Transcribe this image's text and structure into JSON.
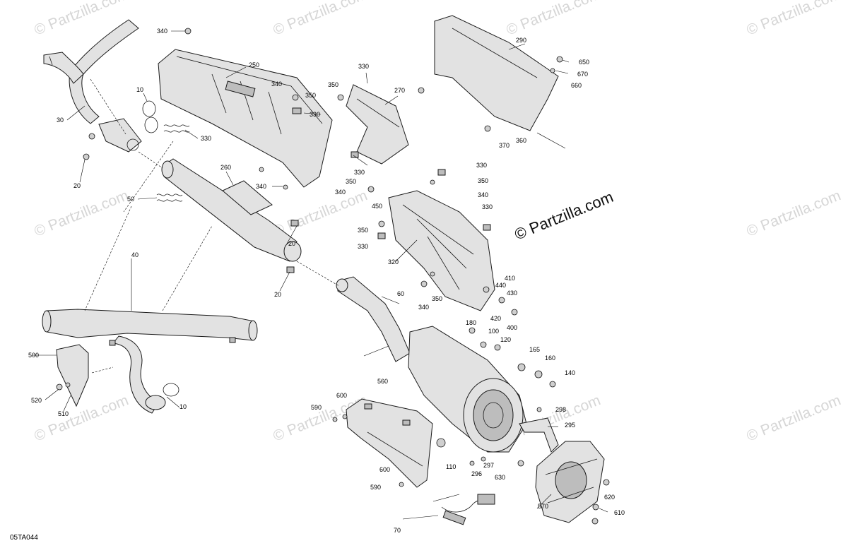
{
  "watermark": {
    "text": "© Partzilla.com",
    "copyright": "© Partzilla.com"
  },
  "diagram_code": "05TA044",
  "callouts": [
    {
      "id": "c340a",
      "text": "340"
    },
    {
      "id": "c30",
      "text": "30"
    },
    {
      "id": "c250",
      "text": "250"
    },
    {
      "id": "c10a",
      "text": "10"
    },
    {
      "id": "c330a",
      "text": "330"
    },
    {
      "id": "c20a",
      "text": "20"
    },
    {
      "id": "c50",
      "text": "50"
    },
    {
      "id": "c260",
      "text": "260"
    },
    {
      "id": "c340b",
      "text": "340"
    },
    {
      "id": "c20b",
      "text": "20"
    },
    {
      "id": "c20c",
      "text": "20"
    },
    {
      "id": "c40",
      "text": "40"
    },
    {
      "id": "c500",
      "text": "500"
    },
    {
      "id": "c520",
      "text": "520"
    },
    {
      "id": "c510",
      "text": "510"
    },
    {
      "id": "c10b",
      "text": "10"
    },
    {
      "id": "c330b",
      "text": "330"
    },
    {
      "id": "c340c",
      "text": "340"
    },
    {
      "id": "c350a",
      "text": "350"
    },
    {
      "id": "c350b",
      "text": "350"
    },
    {
      "id": "c270",
      "text": "270"
    },
    {
      "id": "c330c",
      "text": "330"
    },
    {
      "id": "c330d",
      "text": "330"
    },
    {
      "id": "c290",
      "text": "290"
    },
    {
      "id": "c650",
      "text": "650"
    },
    {
      "id": "c670",
      "text": "670"
    },
    {
      "id": "c660",
      "text": "660"
    },
    {
      "id": "c370",
      "text": "370"
    },
    {
      "id": "c360",
      "text": "360"
    },
    {
      "id": "c330e",
      "text": "330"
    },
    {
      "id": "c350c",
      "text": "350"
    },
    {
      "id": "c340d",
      "text": "340"
    },
    {
      "id": "c350d",
      "text": "350"
    },
    {
      "id": "c340e",
      "text": "340"
    },
    {
      "id": "c450",
      "text": "450"
    },
    {
      "id": "c350e",
      "text": "350"
    },
    {
      "id": "c330f",
      "text": "330"
    },
    {
      "id": "c330g",
      "text": "330"
    },
    {
      "id": "c320",
      "text": "320"
    },
    {
      "id": "c340f",
      "text": "340"
    },
    {
      "id": "c350f",
      "text": "350"
    },
    {
      "id": "c410",
      "text": "410"
    },
    {
      "id": "c440",
      "text": "440"
    },
    {
      "id": "c430",
      "text": "430"
    },
    {
      "id": "c420",
      "text": "420"
    },
    {
      "id": "c400",
      "text": "400"
    },
    {
      "id": "c60",
      "text": "60"
    },
    {
      "id": "c180",
      "text": "180"
    },
    {
      "id": "c100",
      "text": "100"
    },
    {
      "id": "c120",
      "text": "120"
    },
    {
      "id": "c165",
      "text": "165"
    },
    {
      "id": "c160",
      "text": "160"
    },
    {
      "id": "c140",
      "text": "140"
    },
    {
      "id": "c560",
      "text": "560"
    },
    {
      "id": "c600a",
      "text": "600"
    },
    {
      "id": "c590a",
      "text": "590"
    },
    {
      "id": "c298",
      "text": "298"
    },
    {
      "id": "c295",
      "text": "295"
    },
    {
      "id": "c110",
      "text": "110"
    },
    {
      "id": "c296",
      "text": "296"
    },
    {
      "id": "c297",
      "text": "297"
    },
    {
      "id": "c630",
      "text": "630"
    },
    {
      "id": "c600b",
      "text": "600"
    },
    {
      "id": "c590b",
      "text": "590"
    },
    {
      "id": "c620",
      "text": "620"
    },
    {
      "id": "c570",
      "text": "570"
    },
    {
      "id": "c610",
      "text": "610"
    },
    {
      "id": "c70",
      "text": "70"
    }
  ]
}
